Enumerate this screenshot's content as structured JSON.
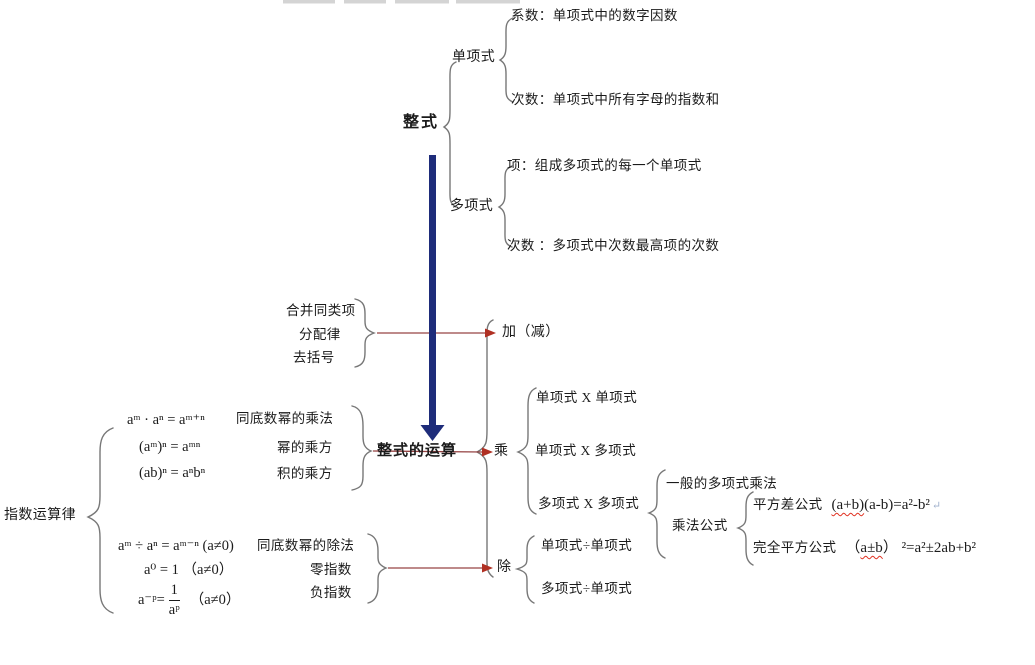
{
  "colors": {
    "flow_arrow_blue": "#1e2c7a",
    "link_arrow_red": "#b03023",
    "link_line_red": "#964444",
    "connector_gray": "#777777",
    "wavy_underline_red": "#e03020"
  },
  "tree": {
    "root": "整式",
    "monomial": {
      "label": "单项式",
      "coefficient": "系数：单项式中的数字因数",
      "degree": "次数：单项式中所有字母的指数和"
    },
    "polynomial": {
      "label": "多项式",
      "term": "项：组成多项式的每一个单项式",
      "degree": "次数 ：多项式中次数最高项的次数"
    },
    "operations": {
      "label": "整式的运算",
      "addition": {
        "label": "加（减）",
        "methods": [
          "合并同类项",
          "分配律",
          "去括号"
        ]
      },
      "multiplication": {
        "label": "乘",
        "cases": [
          "单项式 X 单项式",
          "单项式 X 多项式",
          "多项式 X 多项式"
        ],
        "poly_times_poly": {
          "general": "一般的多项式乘法",
          "formulas_label": "乘法公式",
          "square_difference": {
            "name": "平方差公式",
            "underlined": "(a+b)",
            "rest": "(a-b)=a²-b²",
            "mark": "↵"
          },
          "perfect_square": {
            "name": "完全平方公式",
            "open": "（",
            "underlined": "a±b",
            "rest": "） ²=a²±2ab+b²"
          }
        }
      },
      "division": {
        "label": "除",
        "cases": [
          "单项式÷单项式",
          "多项式÷单项式"
        ]
      }
    },
    "exponent_laws": {
      "label": "指数运算律",
      "multiplication_group": [
        {
          "formula": "aᵐ · aⁿ = aᵐ⁺ⁿ",
          "name": "同底数幂的乘法"
        },
        {
          "formula": "(aᵐ)ⁿ = aᵐⁿ",
          "name": "幂的乘方"
        },
        {
          "formula": "(ab)ⁿ = aⁿbⁿ",
          "name": "积的乘方"
        }
      ],
      "division_group": [
        {
          "formula": "aᵐ ÷ aⁿ = aᵐ⁻ⁿ (a≠0)",
          "name": "同底数幂的除法"
        },
        {
          "formula": "a⁰ = 1 （a≠0）",
          "name": "零指数"
        },
        {
          "formula_pre": "a⁻ᵖ=",
          "numerator": "1",
          "denominator": "aᵖ",
          "formula_post": "（a≠0）",
          "name": "负指数"
        }
      ]
    }
  }
}
